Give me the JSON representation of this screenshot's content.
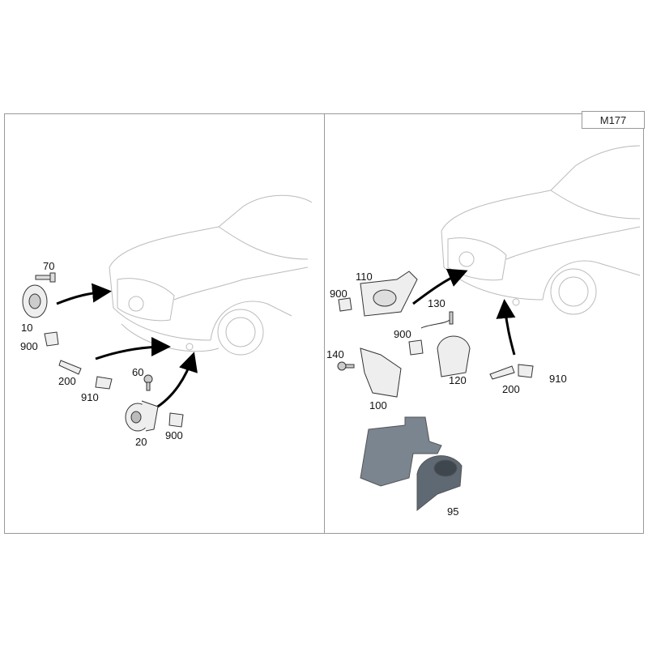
{
  "model_code": "M177",
  "left_panel": {
    "labels": {
      "p70": "70",
      "p10": "10",
      "p900a": "900",
      "p200": "200",
      "p910": "910",
      "p60": "60",
      "p20": "20",
      "p900b": "900"
    }
  },
  "right_panel": {
    "labels": {
      "p110": "110",
      "p900a": "900",
      "p130": "130",
      "p900b": "900",
      "p140": "140",
      "p120": "120",
      "p100": "100",
      "p200": "200",
      "p910": "910",
      "p95": "95"
    }
  }
}
